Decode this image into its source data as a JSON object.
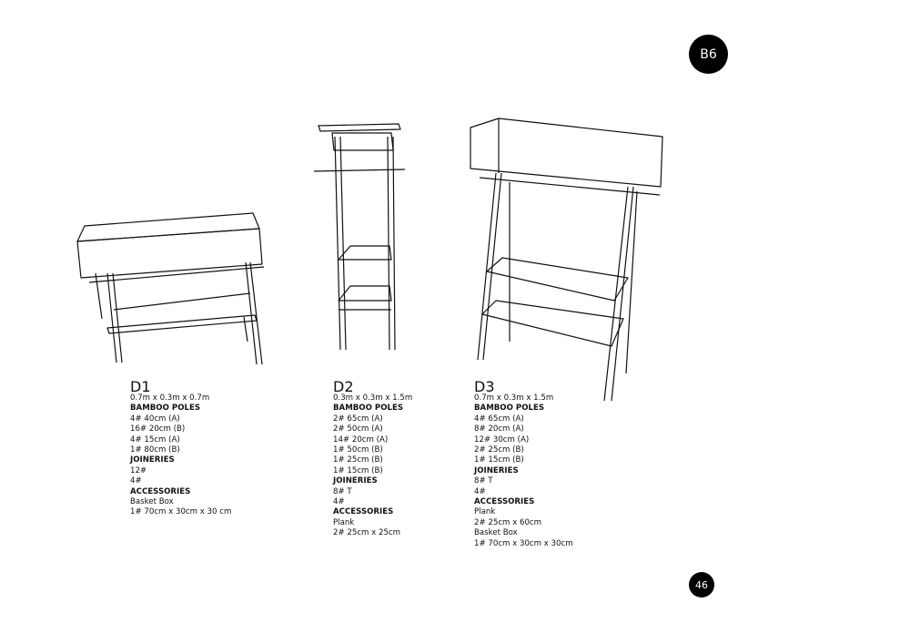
{
  "badge_label": "B6",
  "page_number": "46",
  "designs": [
    {
      "title": "D1",
      "dims": "0.7m x 0.3m x 0.7m",
      "sections": [
        {
          "heading": "BAMBOO POLES",
          "items": [
            "4# 40cm (A)",
            "16# 20cm (B)",
            "4# 15cm (A)",
            "1# 80cm (B)"
          ]
        },
        {
          "heading": "JOINERIES",
          "items": [
            "12#",
            "4#"
          ]
        },
        {
          "heading": "ACCESSORIES",
          "items": [
            "Basket Box",
            "1# 70cm x 30cm x 30 cm"
          ]
        }
      ]
    },
    {
      "title": "D2",
      "dims": "0.3m x 0.3m x 1.5m",
      "sections": [
        {
          "heading": "BAMBOO POLES",
          "items": [
            "2# 65cm (A)",
            "2# 50cm (A)",
            "14# 20cm (A)",
            "1# 50cm (B)",
            "1# 25cm (B)",
            "1# 15cm (B)"
          ]
        },
        {
          "heading": "JOINERIES",
          "items": [
            "8# T",
            "4#"
          ]
        },
        {
          "heading": "ACCESSORIES",
          "items": [
            "Plank",
            "2# 25cm x 25cm"
          ]
        }
      ]
    },
    {
      "title": "D3",
      "dims": "0.7m x 0.3m x 1.5m",
      "sections": [
        {
          "heading": "BAMBOO POLES",
          "items": [
            "4# 65cm (A)",
            "8# 20cm (A)",
            "12# 30cm (A)",
            "2# 25cm (B)",
            "1# 15cm (B)"
          ]
        },
        {
          "heading": "JOINERIES",
          "items": [
            "8# T",
            "4#"
          ]
        },
        {
          "heading": "ACCESSORIES",
          "items": [
            "Plank",
            "2# 25cm x 60cm",
            "Basket Box",
            "1# 70cm x 30cm x 30cm"
          ]
        }
      ]
    }
  ]
}
